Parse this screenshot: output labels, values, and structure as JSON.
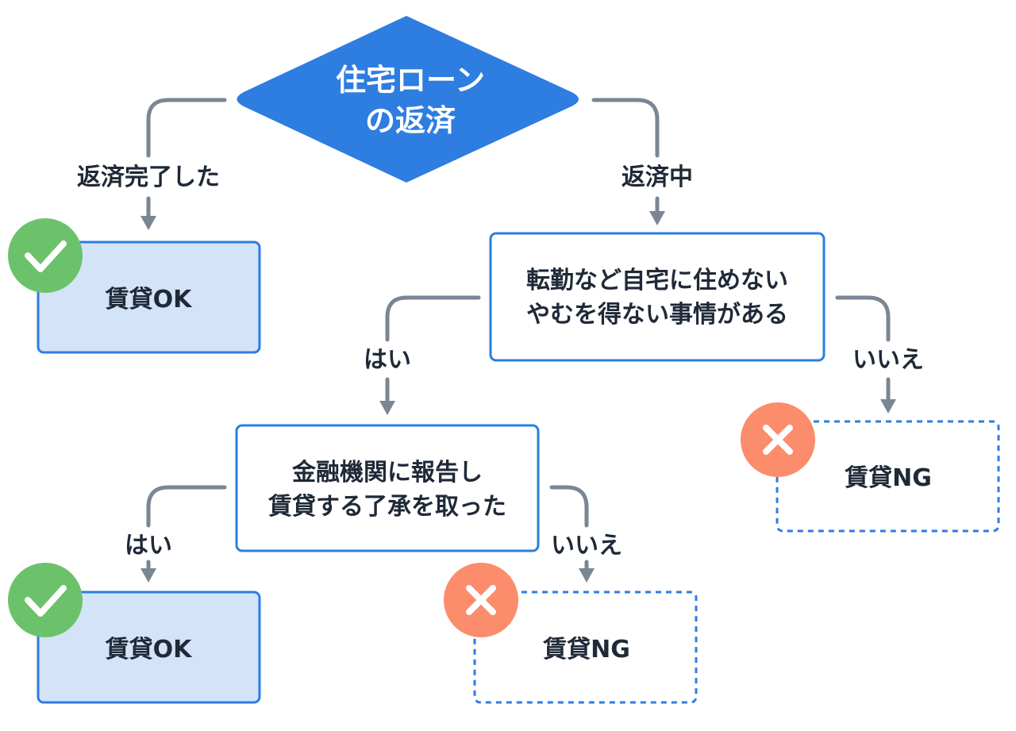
{
  "colors": {
    "decision_fill": "#2e7de0",
    "ok_fill": "#d3e3f8",
    "box_border": "#2e7de0",
    "check_badge": "#6cc26b",
    "cross_badge": "#fb8c6c",
    "connector": "#7a8694",
    "text": "#1f2937"
  },
  "start": {
    "lines": [
      "住宅ローン",
      "の返済"
    ]
  },
  "branches": {
    "repaid": "返済完了した",
    "repaying": "返済中",
    "q1_yes": "はい",
    "q1_no": "いいえ",
    "q2_yes": "はい",
    "q2_no": "いいえ"
  },
  "question1": {
    "lines": [
      "転勤など自宅に住めない",
      "やむを得ない事情がある"
    ]
  },
  "question2": {
    "lines": [
      "金融機関に報告し",
      "賃貸する了承を取った"
    ]
  },
  "results": {
    "ok_top": "賃貸OK",
    "ok_bottom": "賃貸OK",
    "ng_right": "賃貸NG",
    "ng_middle": "賃貸NG"
  },
  "icons": {
    "ok": "check-icon",
    "ng": "cross-icon"
  }
}
